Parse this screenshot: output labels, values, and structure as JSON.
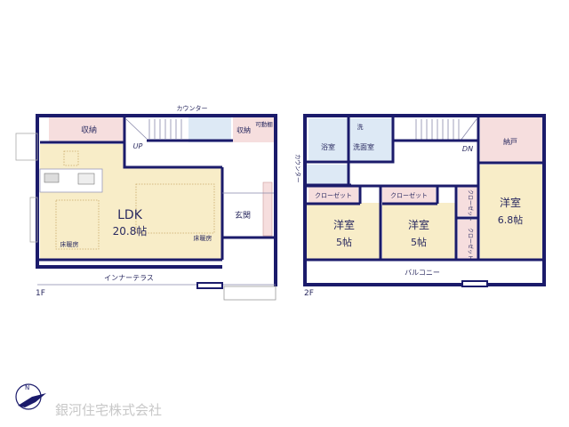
{
  "colors": {
    "wall": "#1b1b6b",
    "living": "#f8edc8",
    "storage": "#f6dede",
    "wet": "#dde9f5",
    "logo_text": "#c8c8c8"
  },
  "floor1": {
    "label": "1F",
    "rooms": {
      "storage_left": "収納",
      "counter": "カウンター",
      "storage_right": "収納",
      "adjustable_shelf": "可動棚",
      "stairs_up": "UP",
      "ldk_name": "LDK",
      "ldk_size": "20.8帖",
      "floor_heating_1": "床暖房",
      "floor_heating_2": "床暖房",
      "entrance": "玄関",
      "inner_terrace": "インナーテラス"
    }
  },
  "floor2": {
    "label": "2F",
    "rooms": {
      "bathroom": "浴室",
      "washer": "洗",
      "washroom": "洗面室",
      "stairs_down": "DN",
      "storeroom": "納戸",
      "counter": "カウンター",
      "closet_1": "クローゼット",
      "closet_2": "クローゼット",
      "closet_3": "クローゼット",
      "closet_4": "クローゼット",
      "bedroom_1_name": "洋室",
      "bedroom_1_size": "5帖",
      "bedroom_2_name": "洋室",
      "bedroom_2_size": "5帖",
      "bedroom_3_name": "洋室",
      "bedroom_3_size": "6.8帖",
      "balcony": "バルコニー"
    }
  },
  "company": {
    "name": "銀河住宅株式会社",
    "compass_letter": "N"
  }
}
